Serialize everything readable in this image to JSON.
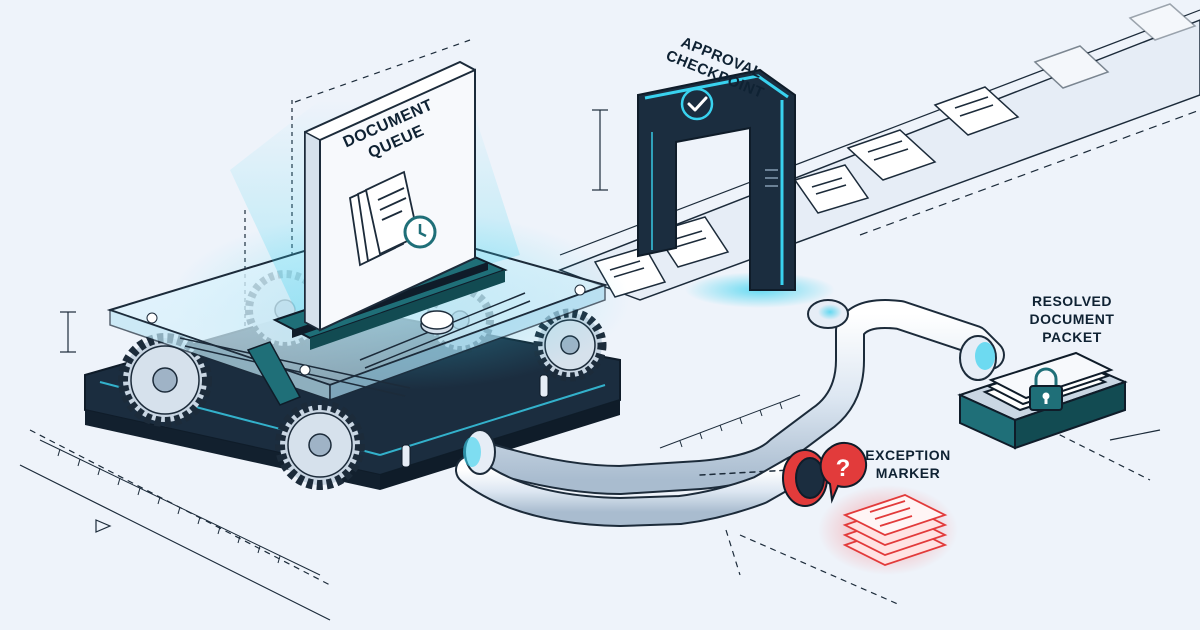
{
  "labels": {
    "queue_line1": "DOCUMENT",
    "queue_line2": "QUEUE",
    "checkpoint_line1": "APPROVAL",
    "checkpoint_line2": "CHECKPOINT",
    "resolved_line1": "RESOLVED",
    "resolved_line2": "DOCUMENT",
    "resolved_line3": "PACKET",
    "exception_line1": "EXCEPTION",
    "exception_line2": "MARKER",
    "exception_glyph": "?"
  },
  "icons": {
    "checkpoint": "check-circle-icon",
    "queue": "document-clock-icon",
    "resolved": "padlock-icon",
    "exception": "question-bubble-icon"
  },
  "colors": {
    "background": "#eef3fa",
    "dark_base": "#1b2d3f",
    "teal": "#1f6f78",
    "glow": "#39d2ef",
    "alert": "#e23b3b",
    "ink": "#0f2233"
  }
}
